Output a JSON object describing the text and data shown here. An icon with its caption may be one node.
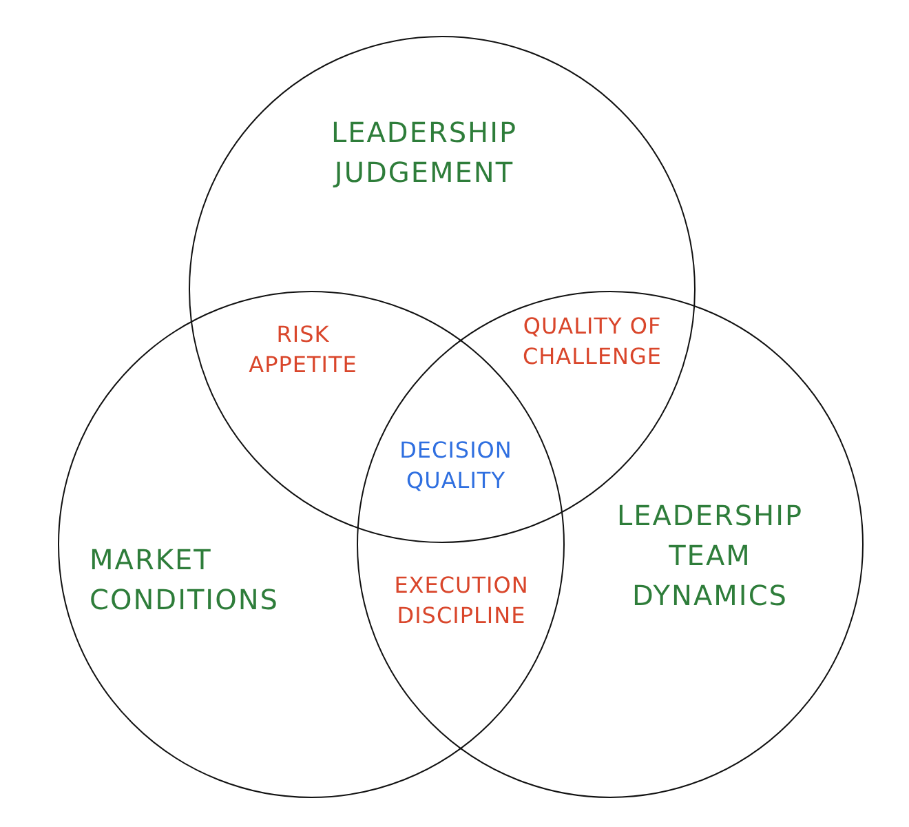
{
  "diagram": {
    "nodes": [
      {
        "text": [
          "LEADERSHIP JUDGEMENT"
        ]
      },
      {
        "text": [
          "MARKET CONDITIONS"
        ]
      },
      {
        "text": [
          "LEADERSHIP TEAM DYNAMICS"
        ]
      }
    ],
    "labels": [
      "RISK APPETITE",
      "QUALITY OF CHALLENGE",
      "DECISION QUALITY",
      "EXECUTION DISCIPLINE"
    ]
  }
}
